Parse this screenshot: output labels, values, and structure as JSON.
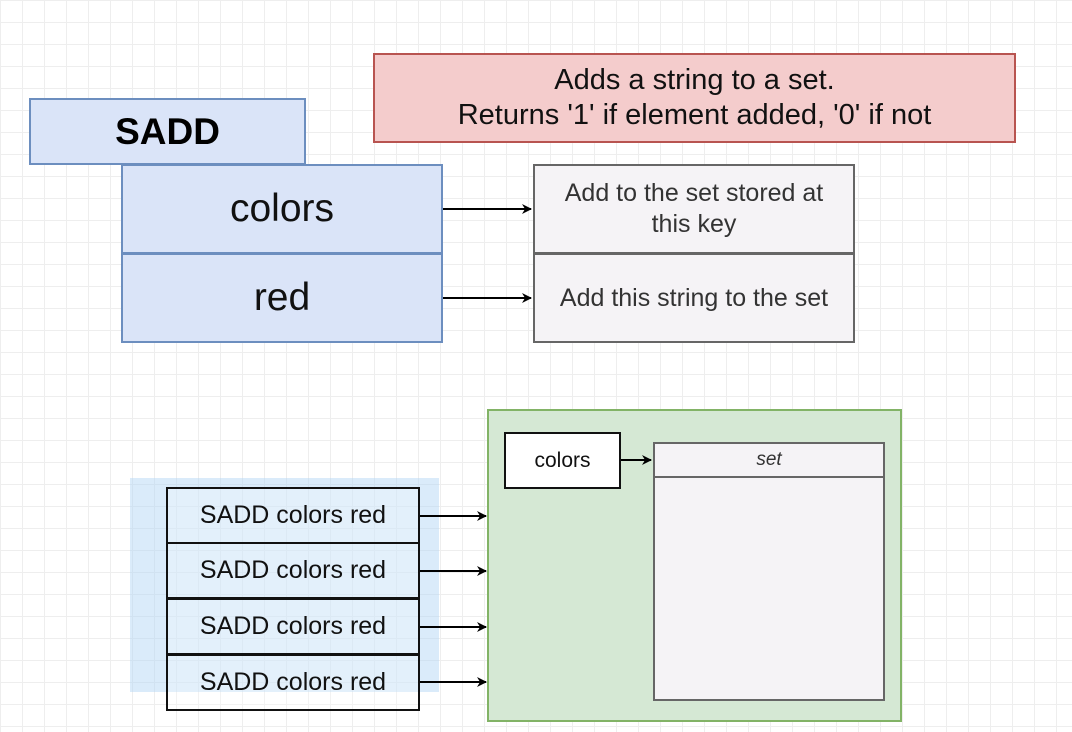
{
  "note": {
    "line1": "Adds a string to a set.",
    "line2": "Returns '1' if element added, '0' if not"
  },
  "command": {
    "name": "SADD",
    "args": [
      {
        "label": "colors",
        "description": "Add to the set stored at this key"
      },
      {
        "label": "red",
        "description": "Add this string to the set"
      }
    ]
  },
  "commands_list": [
    "SADD colors red",
    "SADD colors red",
    "SADD colors red",
    "SADD colors red"
  ],
  "database": {
    "key_label": "colors",
    "set_label": "set"
  },
  "colors": {
    "note_fill": "#f4cccc",
    "note_stroke": "#b85450",
    "blue_fill": "#dae4f8",
    "blue_stroke": "#6c8ebf",
    "green_fill": "#d5e8d4",
    "green_stroke": "#82b366",
    "grey_fill": "#f5f3f6",
    "grey_stroke": "#666666"
  }
}
